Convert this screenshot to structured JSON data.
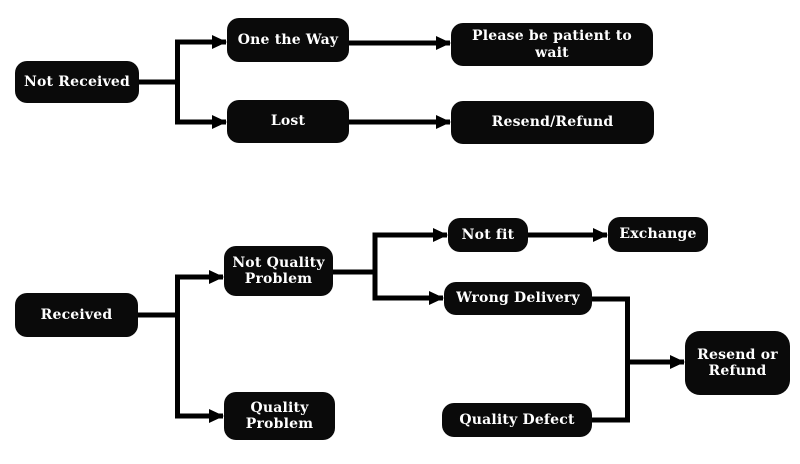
{
  "diagram": {
    "background_color": "#ffffff",
    "node_fill_color": "#0a0a0a",
    "node_text_color": "#ffffff",
    "connector_color": "#000000",
    "nodes": {
      "not_received": {
        "label": "Not Received"
      },
      "one_the_way": {
        "label": "One the Way"
      },
      "lost": {
        "label": "Lost"
      },
      "please_wait": {
        "label": "Please be patient to wait"
      },
      "resend_refund": {
        "label": "Resend/Refund"
      },
      "received": {
        "label": "Received"
      },
      "not_quality_problem": {
        "label": "Not Quality Problem"
      },
      "quality_problem": {
        "label": "Quality Problem"
      },
      "not_fit": {
        "label": "Not fit"
      },
      "exchange": {
        "label": "Exchange"
      },
      "wrong_delivery": {
        "label": "Wrong Delivery"
      },
      "quality_defect": {
        "label": "Quality Defect"
      },
      "resend_or_refund": {
        "label": "Resend or Refund"
      }
    },
    "edges": [
      {
        "from": "Not Received",
        "to": "One the Way"
      },
      {
        "from": "Not Received",
        "to": "Lost"
      },
      {
        "from": "One the Way",
        "to": "Please be patient to wait"
      },
      {
        "from": "Lost",
        "to": "Resend/Refund"
      },
      {
        "from": "Received",
        "to": "Not Quality Problem"
      },
      {
        "from": "Received",
        "to": "Quality Problem"
      },
      {
        "from": "Not Quality Problem",
        "to": "Not fit"
      },
      {
        "from": "Not Quality Problem",
        "to": "Wrong Delivery"
      },
      {
        "from": "Not fit",
        "to": "Exchange"
      },
      {
        "from": "Wrong Delivery",
        "to": "Resend or Refund"
      },
      {
        "from": "Quality Problem",
        "to": "Quality Defect"
      },
      {
        "from": "Quality Defect",
        "to": "Resend or Refund"
      }
    ]
  }
}
